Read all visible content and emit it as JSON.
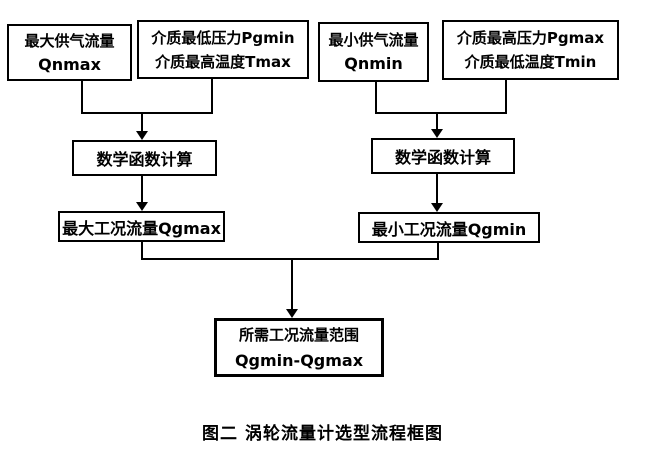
{
  "diagram": {
    "caption": "图二  涡轮流量计选型流程框图",
    "nodes": {
      "qnmax": {
        "line1": "最大供气流量",
        "line2": "Qnmax"
      },
      "pgmin_tmax": {
        "line1": "介质最低压力Pgmin",
        "line2": "介质最高温度Tmax"
      },
      "qnmin": {
        "line1": "最小供气流量",
        "line2": "Qnmin"
      },
      "pgmax_tmin": {
        "line1": "介质最高压力Pgmax",
        "line2": "介质最低温度Tmin"
      },
      "math_left": {
        "label": "数学函数计算"
      },
      "math_right": {
        "label": "数学函数计算"
      },
      "qgmax": {
        "label": "最大工况流量Qgmax"
      },
      "qgmin": {
        "label": "最小工况流量Qgmin"
      },
      "result": {
        "line1": "所需工况流量范围",
        "line2": "Qgmin-Qgmax"
      }
    },
    "colors": {
      "background": "#ffffff",
      "box_border": "#000000",
      "line": "#000000",
      "text": "#000000"
    }
  }
}
